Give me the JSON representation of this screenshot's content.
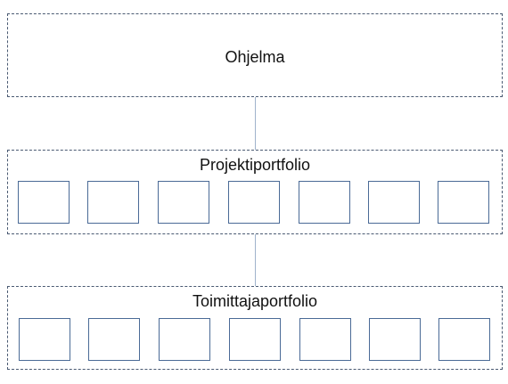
{
  "program": {
    "label": "Ohjelma"
  },
  "project_portfolio": {
    "label": "Projektiportfolio",
    "item_count": 7
  },
  "supplier_portfolio": {
    "label": "Toimittajaportfolio",
    "item_count": 7
  },
  "colors": {
    "border": "#4a5a72",
    "connector": "#9fb3cc",
    "item_border": "#4a6a96"
  }
}
